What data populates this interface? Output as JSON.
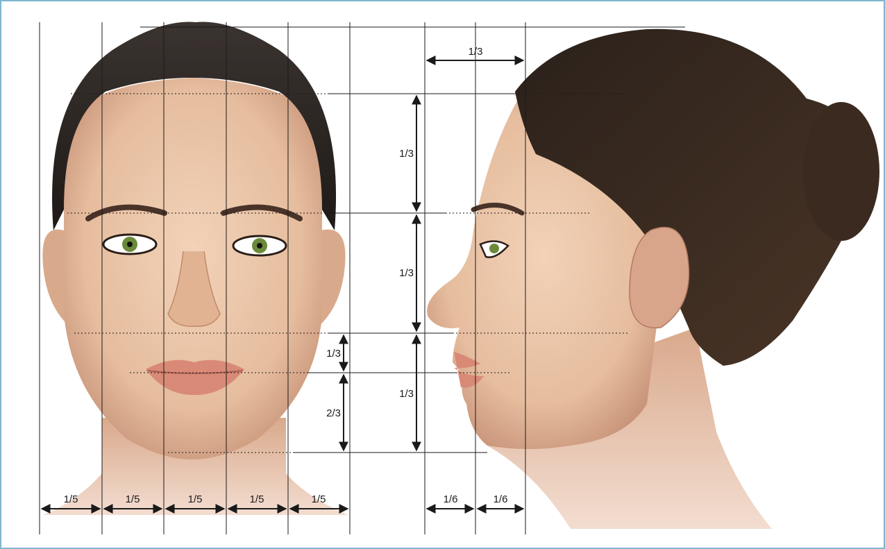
{
  "figure": {
    "front_width_labels": [
      "1/5",
      "1/5",
      "1/5",
      "1/5",
      "1/5"
    ],
    "front_lower_labels": [
      "1/3",
      "2/3"
    ],
    "profile_vertical_labels": [
      "1/3",
      "1/3",
      "1/3"
    ],
    "profile_top_label": "1/3",
    "profile_bottom_labels": [
      "1/6",
      "1/6"
    ]
  },
  "colors": {
    "frame": "#7fb6cf",
    "hair": "#2a201a",
    "skin": "#e8c2a4",
    "lines": "#1a1a1a"
  }
}
